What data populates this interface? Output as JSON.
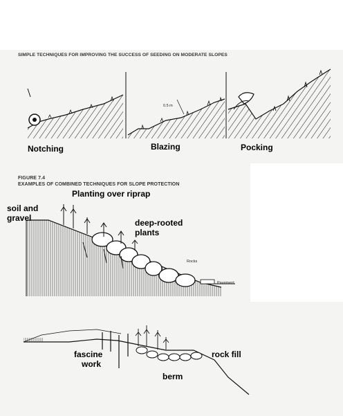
{
  "header": {
    "title": "SIMPLE TECHNIQUES FOR IMPROVING THE SUCCESS OF SEEDING ON MODERATE SLOPES"
  },
  "techniques": [
    {
      "label": "Notching"
    },
    {
      "label": "Blazing",
      "dimension": "0.5 m"
    },
    {
      "label": "Pocking"
    }
  ],
  "figure": {
    "number": "FIGURE 7.4",
    "title": "EXAMPLES OF COMBINED TECHNIQUES FOR SLOPE PROTECTION"
  },
  "riprap_diagram": {
    "title": "Planting over riprap",
    "soil_label_line1": "soil and",
    "soil_label_line2": "gravel",
    "plants_label_line1": "deep-rooted",
    "plants_label_line2": "plants",
    "rocks_label": "Rocks",
    "pavement_label": "Pavement"
  },
  "fascine_diagram": {
    "fascine_label_line1": "fascine",
    "fascine_label_line2": "work",
    "berm_label": "berm",
    "rock_fill_label": "rock fill"
  }
}
